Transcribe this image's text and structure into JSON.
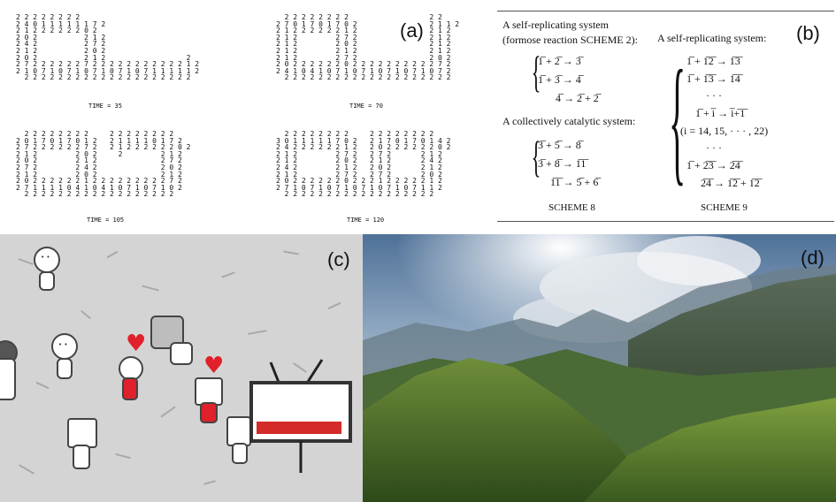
{
  "panel_labels": {
    "a": "(a)",
    "b": "(b)",
    "c": "(c)",
    "d": "(d)"
  },
  "panel_a": {
    "grids": [
      {
        "rows": [
          "2 2 2 2 2 2 2 2",
          "2 4 0 1 1 1 1 1 1 7 2",
          "2 1 2 2 2 2 2 2 0 2",
          "2 0 2           2 1 2",
          "2 4 2           2 7 2",
          "2 1 2           2 0 2",
          "2 0 2           2 1 2                   2",
          "2 7 2 2 2 2 2 2 7 2 2 2 2 2 2 2 2 2 2 2 1 2",
          "2 1 0 7 1 0 7 1 0 7 1 0 7 1 0 7 1 1 1 1 1 2",
          "  2 2 2 2 2 2 2 2 2 2 2 2 2 2 2 2 2 2 2 2"
        ],
        "time": "TIME = 35"
      },
      {
        "rows": [
          "  2 2 2 2 2 2 2 2                   2 2",
          "2 7 0 1 7 0 1 7 0 2                 2 1 1 2",
          "2 1 2 2 2 2 2 2 1 2                 2 1 2",
          "2 1 2         2 7 2                 2 1 2",
          "2 1 2         2 0 2                 2 1 2",
          "2 1 2         2 1 2                 2 1 2",
          "2 1 2         2 7 2                 2 0 2",
          "2 0 2 2 2 2 2 2 0 2 2 2 2 2 2 2 2 2 2 7 2",
          "2 4 1 0 4 1 0 7 1 0 7 1 0 7 1 0 7 1 0 7 2",
          "  2 2 2 2 2 2 2 2 2 2 2 2 2 2 2 2 2 2 2 2"
        ],
        "time": "TIME = 70"
      },
      {
        "rows": [
          "  2 2 2 2 2 2 2 2     2 2 2 2 2 2 2 2",
          "2 0 1 7 0 1 7 0 1 2   2 1 1 1 1 0 1 7 2",
          "2 7 2 2 2 2 2 2 7 2   2 1 2 2 2 2 2 2 0 2",
          "2 1 2         2 0 2     2         2 1 2",
          "2 0 2         2 1 2               2 7 2",
          "2 7 2         2 4 2               2 0 2",
          "2 1 2         2 0 2               2 1 2",
          "2 0 2 2 2 2 2 2 1 2 2 2 2 2 2 2 2 2 7 2",
          "2 7 1 1 1 1 0 4 1 0 4 1 0 7 1 0 7 1 0 2",
          "  2 2 2 2 2 2 2 2 2 2 2 2 2 2 2 2 2 2"
        ],
        "time": "TIME = 105"
      },
      {
        "rows": [
          "  2 2 2 2 2 2 2 2     2 2 2 2 2 2 2 2",
          "3 0 1 1 1 1 1 7 0 2   2 1 7 0 1 7 0 1 4 2",
          "2 4 2 2 2 2 2 2 1 2   2 0 2 2 2 2 2 2 0 2",
          "2 1 2         2 7 2   2 7 2       2 1 2",
          "2 1 2         2 0 2   2 1 2       2 4 2",
          "2 4 2         2 1 2   2 0 2       2 1 2",
          "2 1 2         2 7 2   2 7 2       2 0 2",
          "2 0 2 2 2 2 2 2 0 2 2 2 1 2 2 2 2 2 1 2",
          "2 7 1 0 7 1 0 7 1 0 7 1 0 7 1 0 7 1 1 2",
          "  2 2 2 2 2 2 2 2 2 2 2 2 2 2 2 2 2 2"
        ],
        "time": "TIME = 120"
      }
    ]
  },
  "panel_b": {
    "left_title_1": "A self-replicating system",
    "left_title_2": "(formose reaction SCHEME 2):",
    "left_eq_1": "1̅ + 2̅ → 3̅",
    "left_eq_2": "1̅ + 3̅ → 4̅",
    "left_eq_3": "4̅ → 2̅ + 2̅",
    "middle_title": "A collectively catalytic system:",
    "mid_eq_1": "3̅ + 5̅ → 8̅",
    "mid_eq_2": "3̅ + 8̅ → 1̅1̅",
    "mid_eq_3": "1̅1̅ → 5̅ + 6̅",
    "scheme8": "SCHEME 8",
    "right_title": "A self-replicating system:",
    "r_eq_1": "1̅ + 1̅2̅ → 1̅3̅",
    "r_eq_2": "1̅ + 1̅3̅ → 1̅4̅",
    "r_dots_1": "· · ·",
    "r_eq_3": "1̅ + i̅ → i̅+̅1̅",
    "r_eq_4": "(i = 14, 15, · · · , 22)",
    "r_dots_2": "· · ·",
    "r_eq_5": "1̅ + 2̅3̅ → 2̅4̅",
    "r_eq_6": "2̅4̅ → 1̅2̅ + 1̅2̅",
    "scheme9": "SCHEME 9"
  },
  "colors": {
    "heart": "#e0202a",
    "banner": "#d42a2a",
    "sky": "#8aa4c2",
    "forest": "#3e6a2a"
  }
}
